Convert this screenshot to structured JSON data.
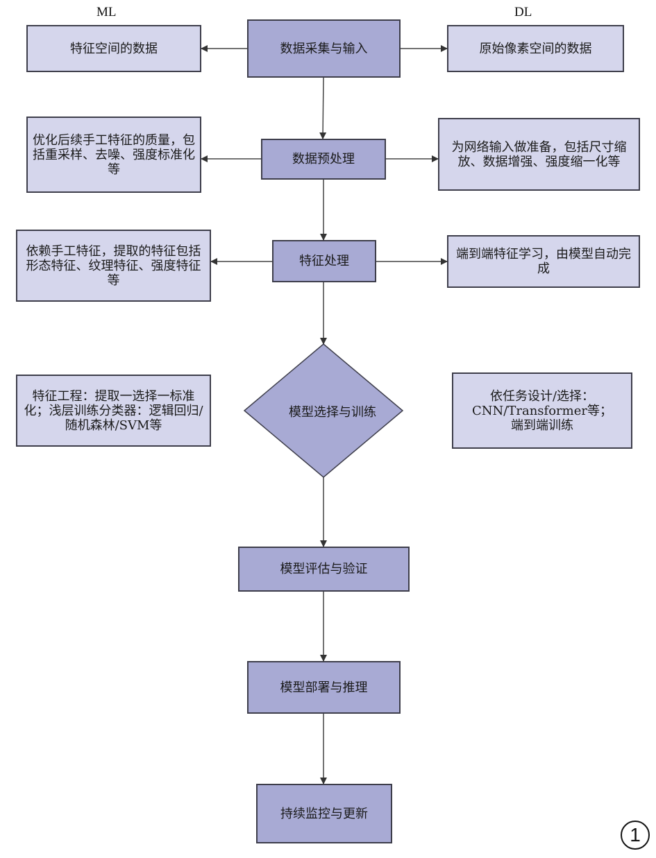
{
  "columns": {
    "left": "ML",
    "right": "DL"
  },
  "colors": {
    "main_fill": "#a8aad4",
    "side_fill": "#d5d6ec",
    "stroke": "#3d3d4a"
  },
  "main_steps": [
    {
      "label": "数据采集与输入"
    },
    {
      "label": "数据预处理"
    },
    {
      "label": "特征处理"
    },
    {
      "label": "模型选择与训练",
      "shape": "diamond"
    },
    {
      "label": "模型评估与验证"
    },
    {
      "label": "模型部署与推理"
    },
    {
      "label": "持续监控与更新"
    }
  ],
  "ml_notes": [
    "特征空间的数据",
    "优化后续手工特征的质量，包括重采样、去噪、强度标准化等",
    "依赖手工特征，提取的特征包括形态特征、纹理特征、强度特征等",
    "特征工程：提取一选择一标准化；浅层训练分类器：逻辑回归/随机森林/SVM等"
  ],
  "dl_notes": [
    "原始像素空间的数据",
    "为网络输入做准备，包括尺寸缩放、数据增强、强度缩一化等",
    "端到端特征学习，由模型自动完成",
    "依任务设计/选择：CNN/Transformer等；端到端训练"
  ],
  "figure_number": "1"
}
